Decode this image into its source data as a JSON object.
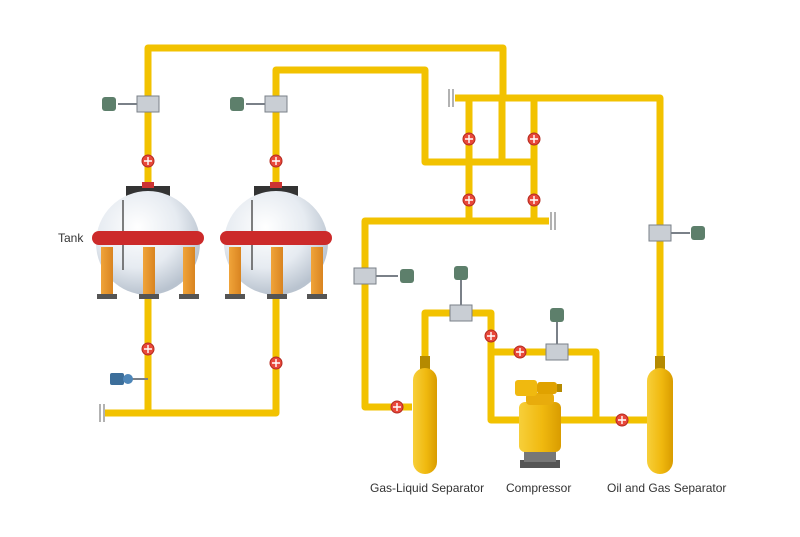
{
  "labels": {
    "tank": "Tank",
    "gas_liquid_separator": "Gas-Liquid Separator",
    "compressor": "Compressor",
    "oil_gas_separator": "Oil and Gas Separator"
  },
  "colors": {
    "pipe": "#f2c200",
    "pipe_dark": "#d9a800",
    "valve": "#e8483b",
    "tank_band": "#cc2a2a",
    "tank_body": "#dfe6ee",
    "vessel": "#f2bd13",
    "meter": "#5d7f6b"
  },
  "icons": [
    "flow-meter-icon",
    "valve-icon",
    "pressure-transmitter-icon",
    "pipe-cap-icon"
  ]
}
